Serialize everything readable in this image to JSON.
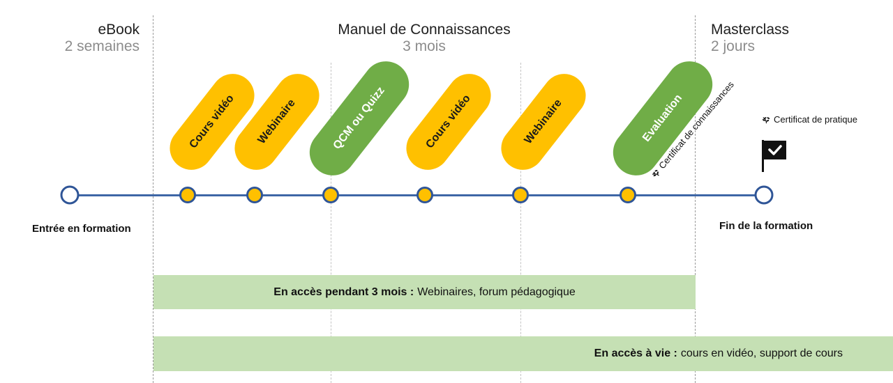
{
  "phases": [
    {
      "title": "eBook",
      "duration": "2 semaines"
    },
    {
      "title": "Manuel de Connaissances",
      "duration": "3 mois"
    },
    {
      "title": "Masterclass",
      "duration": "2 jours"
    }
  ],
  "milestones": [
    {
      "label": "Cours vidéo",
      "color": "#ffc000"
    },
    {
      "label": "Webinaire",
      "color": "#ffc000"
    },
    {
      "label": "QCM ou Quizz",
      "color": "#70ad47"
    },
    {
      "label": "Cours vidéo",
      "color": "#ffc000"
    },
    {
      "label": "Webinaire",
      "color": "#ffc000"
    },
    {
      "label": "Evaluation",
      "color": "#70ad47"
    }
  ],
  "start_label": "Entrée en formation",
  "end_label": "Fin de la formation",
  "certificates": {
    "knowledge": "Certificat de connaissances",
    "practice": "Certificat de pratique"
  },
  "access_bars": [
    {
      "bold": "En accès pendant 3 mois :",
      "text": "Webinaires, forum pédagogique"
    },
    {
      "bold": "En accès à vie :",
      "text": "cours en vidéo, support de cours"
    }
  ],
  "colors": {
    "timeline": "#3e66a6",
    "node": "#ffc000",
    "accent_green": "#70ad47",
    "bar": "#c5e0b4"
  },
  "icons": [
    "laurel-icon",
    "flag-check-icon"
  ]
}
